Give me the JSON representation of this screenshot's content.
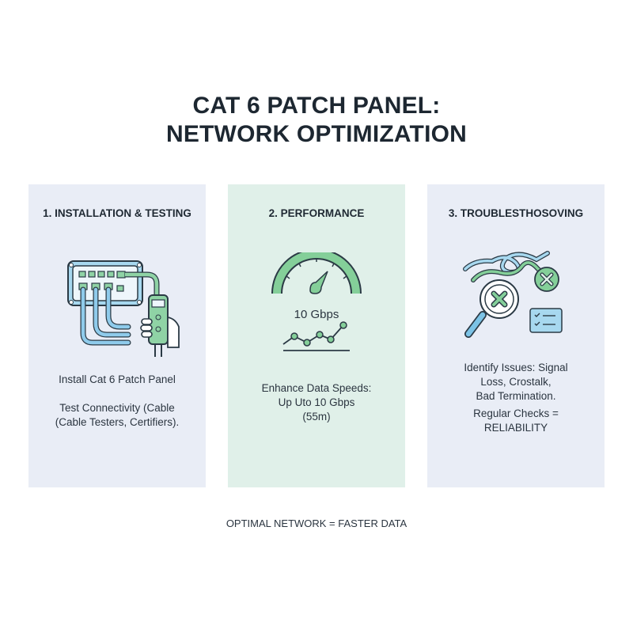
{
  "title": {
    "line1": "CAT 6 PATCH PANEL:",
    "line2": "NETWORK OPTIMIZATION"
  },
  "panels": [
    {
      "heading": "1. INSTALLATION & TESTING",
      "icon": "patch-panel-with-cable-tester-icon",
      "text": {
        "line1": "Install Cat 6 Patch Panel",
        "line2": "Test Connectivity (Cable",
        "line3": "(Cable Testers, Certifiers)."
      },
      "color": "#e9edf6"
    },
    {
      "heading": "2. PERFORMANCE",
      "icon": "speedometer-gauge-icon",
      "gauge_label": "10 Gbps",
      "text": {
        "line1": "Enhance Data Speeds:",
        "line2": "Up Uto 10 Gbps",
        "line3": "(55m)"
      },
      "color": "#e0f0e9"
    },
    {
      "heading": "3. TROUBLESTHOSOVING",
      "icon": "magnifier-tangled-cable-checklist-icon",
      "text": {
        "line1": "Identify Issues: Signal",
        "line2": "Loss, Crostalk,",
        "line3": "Bad Termination.",
        "line4": "Regular Checks =",
        "line5": "RELIABILITY"
      },
      "color": "#e9edf6"
    }
  ],
  "footer": "OPTIMAL NETWORK = FASTER DATA",
  "colors": {
    "blue_accent": "#7cc3e6",
    "green_accent": "#7ccf97",
    "outline": "#2b3a45"
  }
}
